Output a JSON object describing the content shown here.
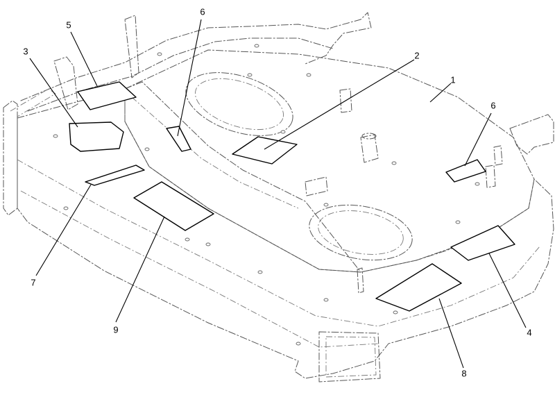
{
  "callouts": [
    {
      "id": "1",
      "text": "1"
    },
    {
      "id": "2",
      "text": "2"
    },
    {
      "id": "3",
      "text": "3"
    },
    {
      "id": "4",
      "text": "4"
    },
    {
      "id": "5",
      "text": "5"
    },
    {
      "id": "6a",
      "text": "6"
    },
    {
      "id": "6b",
      "text": "6"
    },
    {
      "id": "7",
      "text": "7"
    },
    {
      "id": "8",
      "text": "8"
    },
    {
      "id": "9",
      "text": "9"
    }
  ],
  "colors": {
    "line": "#555555",
    "decal": "#000000",
    "background": "#ffffff"
  }
}
